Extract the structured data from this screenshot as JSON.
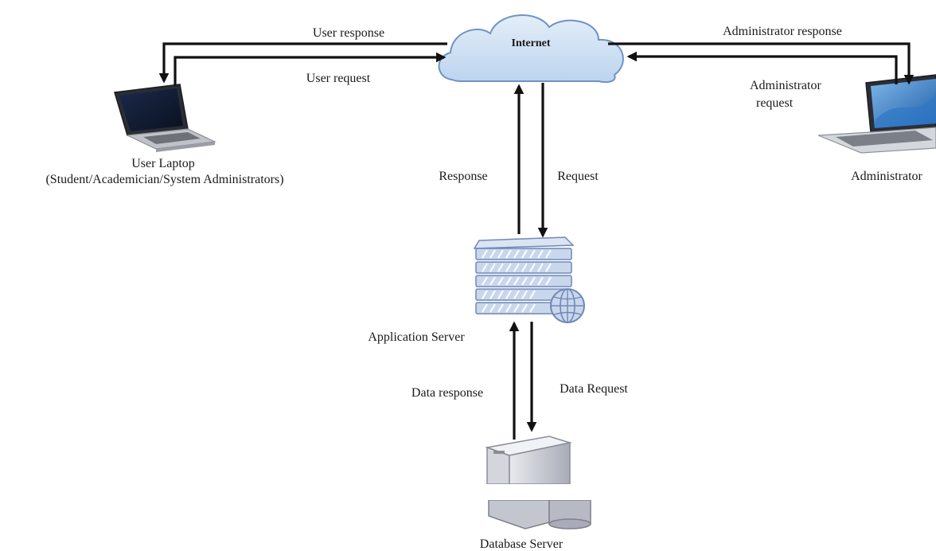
{
  "nodes": {
    "internet": {
      "label": "Internet"
    },
    "user_laptop": {
      "label_line1": "User Laptop",
      "label_line2": "(Student/Academician/System Administrators)"
    },
    "administrator": {
      "label": "Administrator"
    },
    "app_server": {
      "label": "Application Server"
    },
    "db_server": {
      "label": "Database Server"
    }
  },
  "edges": {
    "user_response": "User response",
    "user_request": "User request",
    "admin_response": "Administrator response",
    "admin_request_line1": "Administrator",
    "admin_request_line2": "request",
    "response": "Response",
    "request": "Request",
    "data_response": "Data response",
    "data_request": "Data Request"
  },
  "colors": {
    "cloud_fill": "#c8def2",
    "cloud_stroke": "#6f93c4",
    "server_fill": "#c9d7ec",
    "server_stroke": "#7088b8",
    "arrow": "#111111"
  }
}
